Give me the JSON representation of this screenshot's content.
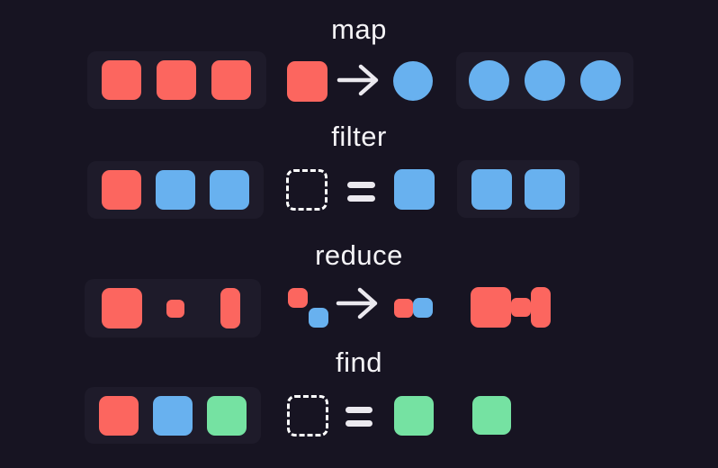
{
  "colors": {
    "background": "#171422",
    "panel": "#1e1b2a",
    "red": "#fc665f",
    "blue": "#68b1ef",
    "green": "#75e2a2",
    "label": "#f5f4f7",
    "symbol": "#ebe9ef",
    "dash": "#ffffff"
  },
  "rows": [
    {
      "label": "map",
      "input": {
        "shapes": [
          {
            "type": "square",
            "color": "red"
          },
          {
            "type": "square",
            "color": "red"
          },
          {
            "type": "square",
            "color": "red"
          }
        ]
      },
      "operation": {
        "from": {
          "type": "square",
          "color": "red"
        },
        "symbol": "arrow",
        "to": {
          "type": "circle",
          "color": "blue"
        }
      },
      "output": {
        "shapes": [
          {
            "type": "circle",
            "color": "blue"
          },
          {
            "type": "circle",
            "color": "blue"
          },
          {
            "type": "circle",
            "color": "blue"
          }
        ]
      }
    },
    {
      "label": "filter",
      "input": {
        "shapes": [
          {
            "type": "square",
            "color": "red"
          },
          {
            "type": "square",
            "color": "blue"
          },
          {
            "type": "square",
            "color": "blue"
          }
        ]
      },
      "operation": {
        "from": {
          "type": "dashed-square"
        },
        "symbol": "equals",
        "to": {
          "type": "square",
          "color": "blue"
        }
      },
      "output": {
        "shapes": [
          {
            "type": "square",
            "color": "blue"
          },
          {
            "type": "square",
            "color": "blue"
          }
        ]
      }
    },
    {
      "label": "reduce",
      "input": {
        "shapes": [
          {
            "type": "square-large",
            "color": "red"
          },
          {
            "type": "square-small",
            "color": "red"
          },
          {
            "type": "rect-tall",
            "color": "red"
          }
        ]
      },
      "operation": {
        "from": {
          "type": "pair-diagonal",
          "colors": [
            "red",
            "blue"
          ]
        },
        "symbol": "arrow",
        "to": {
          "type": "pair-joined",
          "colors": [
            "red",
            "blue"
          ]
        }
      },
      "output": {
        "shapes": [
          {
            "type": "merged-shape",
            "color": "red"
          }
        ]
      }
    },
    {
      "label": "find",
      "input": {
        "shapes": [
          {
            "type": "square",
            "color": "red"
          },
          {
            "type": "square",
            "color": "blue"
          },
          {
            "type": "square",
            "color": "green"
          }
        ]
      },
      "operation": {
        "from": {
          "type": "dashed-square"
        },
        "symbol": "equals",
        "to": {
          "type": "square",
          "color": "green"
        }
      },
      "output": {
        "shapes": [
          {
            "type": "square",
            "color": "green"
          }
        ]
      }
    }
  ]
}
